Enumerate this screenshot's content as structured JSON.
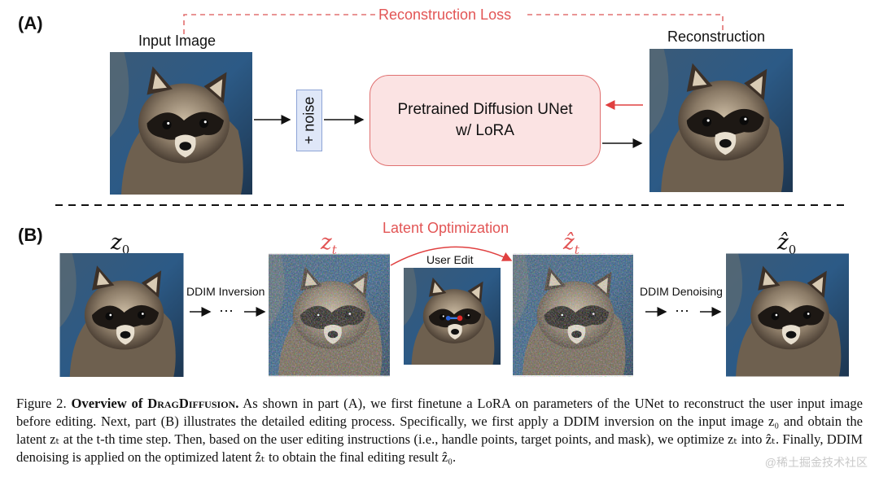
{
  "part_a": {
    "label": "(A)",
    "input_label": "Input Image",
    "reconstruction_label": "Reconstruction",
    "loss_label": "Reconstruction Loss",
    "noise_label": "+ noise",
    "unet_line1": "Pretrained Diffusion UNet",
    "unet_line2": "w/ LoRA"
  },
  "part_b": {
    "label": "(B)",
    "latent_opt_label": "Latent Optimization",
    "user_edit_label": "User Edit",
    "ddim_inversion_label": "DDIM Inversion",
    "ddim_denoising_label": "DDIM Denoising",
    "ellipsis": "⋯",
    "z0": "z",
    "z0_sub": "0",
    "zt": "z",
    "zt_sub": "t",
    "zhat_t": "ẑ",
    "zhat_t_sub": "t",
    "zhat_0": "ẑ",
    "zhat_0_sub": "0"
  },
  "caption": {
    "fig": "Figure 2.",
    "title_bold": "Overview of",
    "title_sc": "DragDiffusion.",
    "text": "As shown in part (A), we first finetune a LoRA on parameters of the UNet to reconstruct the user input image before editing. Next, part (B) illustrates the detailed editing process. Specifically, we first apply a DDIM inversion on the input image z₀ and obtain the latent zₜ at the t-th time step. Then, based on the user editing instructions (i.e., handle points, target points, and mask), we optimize zₜ into ẑₜ. Finally, DDIM denoising is applied on the optimized latent ẑₜ to obtain the final editing result ẑ₀."
  },
  "watermark": "@稀土掘金技术社区",
  "colors": {
    "accent_red": "#e25555",
    "unet_fill": "#fbe3e3",
    "noise_fill": "#dfe7f8"
  }
}
